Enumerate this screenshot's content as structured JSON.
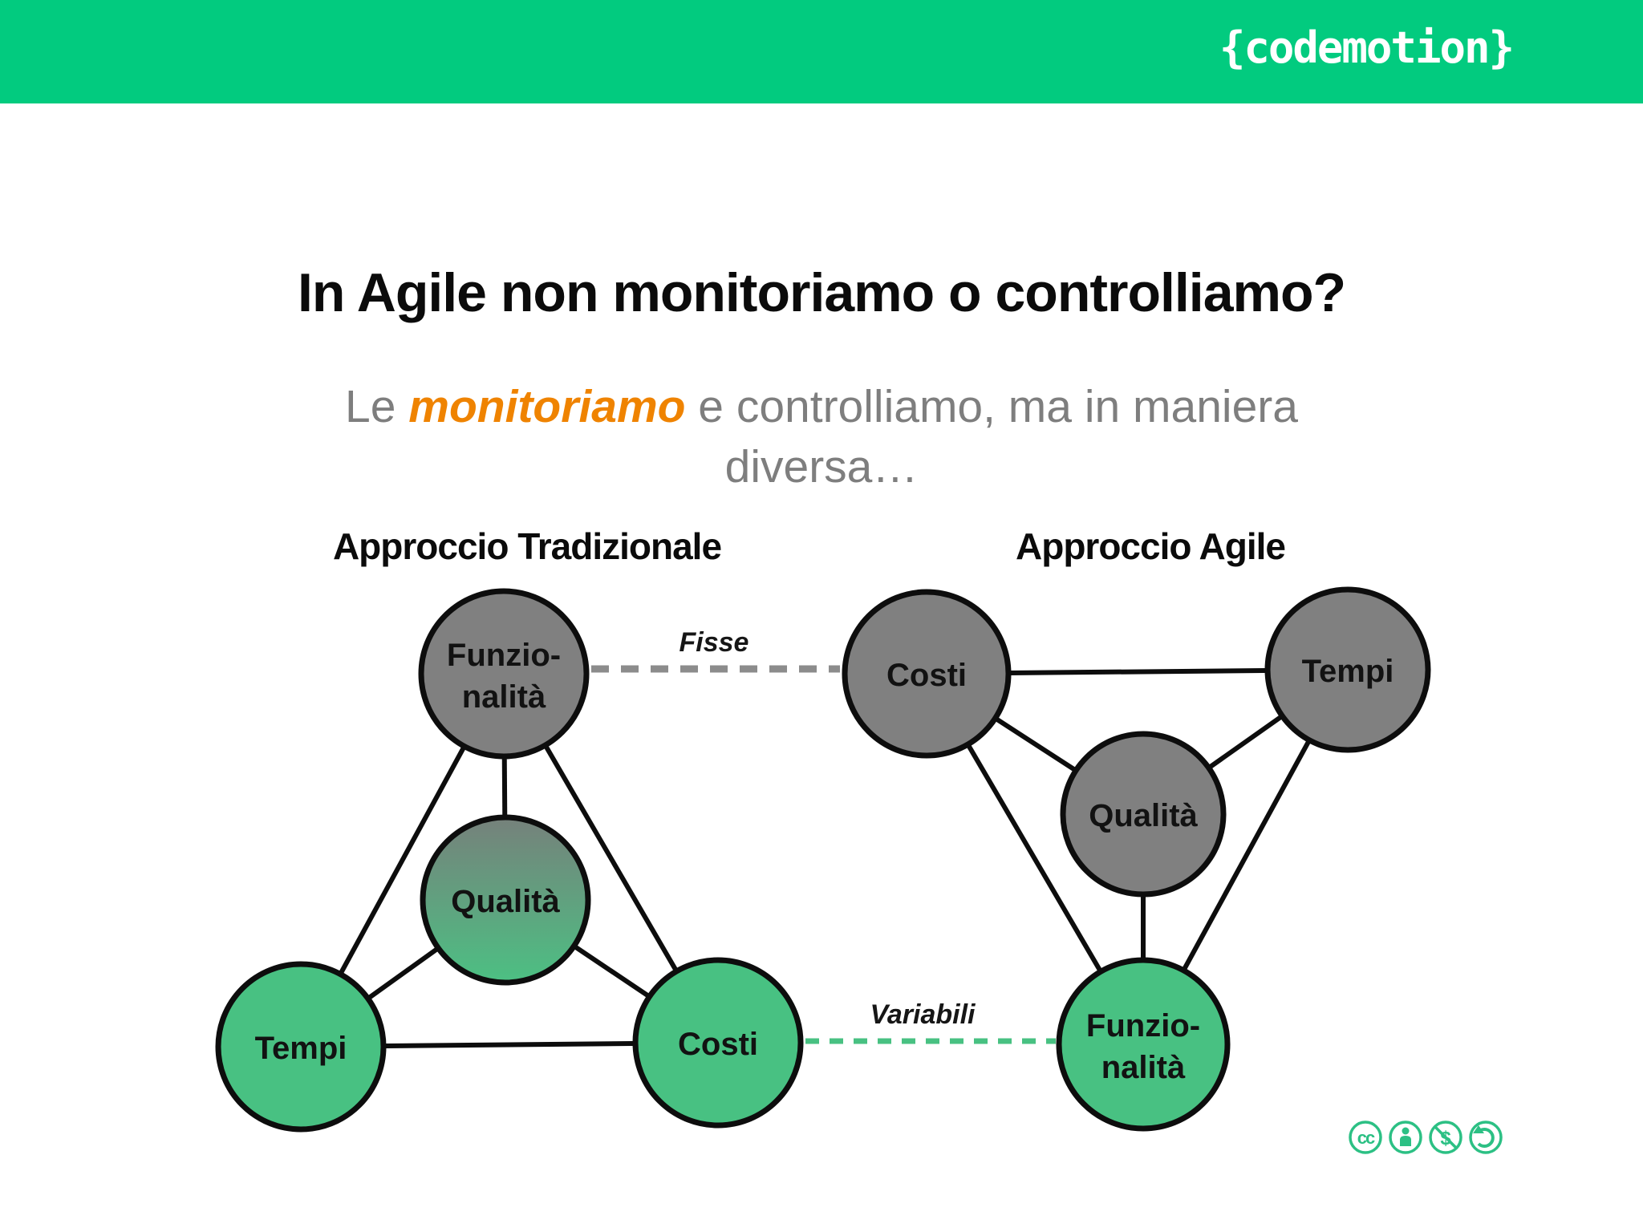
{
  "header": {
    "logo_text": "{codemotion}"
  },
  "slide": {
    "title": "In Agile non monitoriamo o controlliamo?",
    "subtitle": {
      "lead": "Le ",
      "emphasis": "monitoriamo",
      "tail": " e controlliamo, ma in maniera",
      "line2": "diversa…"
    }
  },
  "diagrams": {
    "traditional": {
      "heading": "Approccio Tradizionale",
      "nodes": {
        "funzionalita": {
          "line1": "Funzio-",
          "line2": "nalità",
          "state": "fissa"
        },
        "qualita": {
          "label": "Qualità",
          "state": "mista"
        },
        "tempi": {
          "label": "Tempi",
          "state": "variabile"
        },
        "costi": {
          "label": "Costi",
          "state": "variabile"
        }
      }
    },
    "agile": {
      "heading": "Approccio Agile",
      "nodes": {
        "costi": {
          "label": "Costi",
          "state": "fissa"
        },
        "tempi": {
          "label": "Tempi",
          "state": "fissa"
        },
        "qualita": {
          "label": "Qualità",
          "state": "fissa"
        },
        "funzionalita": {
          "line1": "Funzio-",
          "line2": "nalità",
          "state": "variabile"
        }
      }
    }
  },
  "connectors": {
    "fisse": {
      "label": "Fisse"
    },
    "variabili": {
      "label": "Variabili"
    }
  },
  "footer": {
    "license_icons": [
      "cc-icon",
      "attribution-by-icon",
      "non-commercial-icon",
      "share-alike-icon"
    ],
    "cc_glyph": "cc",
    "nc_glyph": "$"
  },
  "colors": {
    "header_green": "#02cb7f",
    "node_green": "#48c182",
    "node_gray": "#808080",
    "accent_orange": "#ef8300",
    "subtitle_gray": "#7e7e7e",
    "license_green": "#2cc084"
  }
}
